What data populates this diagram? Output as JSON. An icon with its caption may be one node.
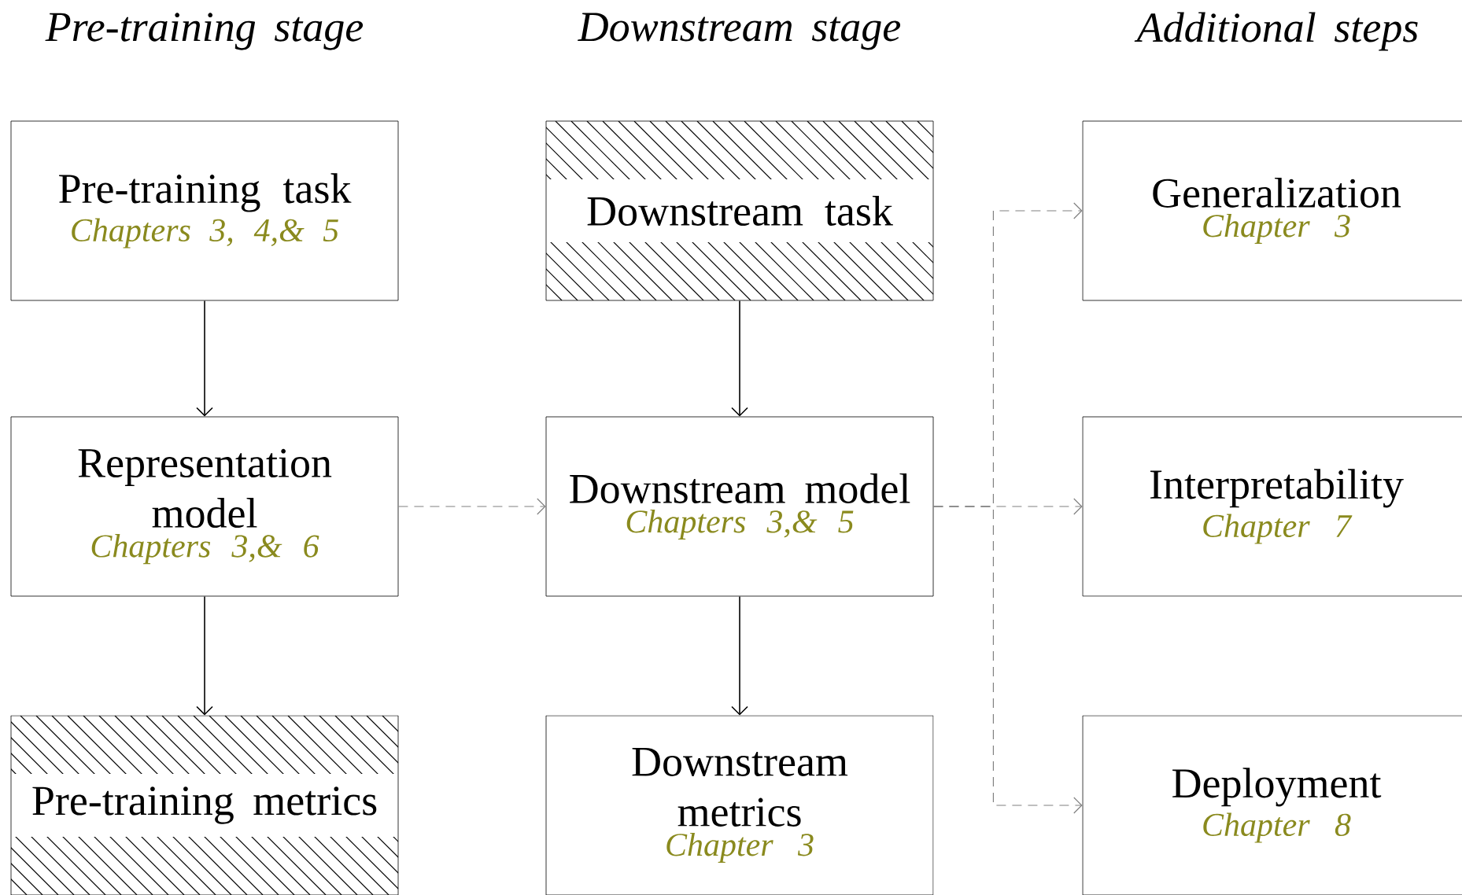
{
  "diagram": {
    "nodes": [
      {
        "text": [
          "Pre-training task",
          "Chapters 3, 4,& 5"
        ]
      },
      {
        "text": [
          "Downstream task"
        ]
      },
      {
        "text": [
          "Generalization",
          "Chapter 3"
        ]
      },
      {
        "text": [
          "Representation model",
          "Chapters 3,& 6"
        ]
      },
      {
        "text": [
          "Downstream model",
          "Chapters 3,& 5"
        ]
      },
      {
        "text": [
          "Interpretability",
          "Chapter 7"
        ]
      },
      {
        "text": [
          "Pre-training metrics"
        ]
      },
      {
        "text": [
          "Downstream metrics",
          "Chapter 3"
        ]
      },
      {
        "text": [
          "Deployment",
          "Chapter 8"
        ]
      }
    ],
    "edges": [
      {
        "from": 0,
        "to": 3,
        "arrow": "to"
      },
      {
        "from": 3,
        "to": 6,
        "arrow": "to"
      },
      {
        "from": 1,
        "to": 4,
        "arrow": "to"
      },
      {
        "from": 4,
        "to": 7,
        "arrow": "to"
      },
      {
        "from": 3,
        "to": 4,
        "arrow": "to",
        "style": "dashed",
        "color": "#808080"
      },
      {
        "from": 4,
        "to": 2,
        "arrow": "to",
        "style": "dashed",
        "color": "#808080"
      },
      {
        "from": 4,
        "to": 5,
        "arrow": "to",
        "style": "dashed",
        "color": "#808080"
      },
      {
        "from": 4,
        "to": 8,
        "arrow": "to",
        "style": "dashed",
        "color": "#808080"
      }
    ],
    "labels": [
      "Pre-training stage",
      "Downstream stage",
      "Additional steps"
    ]
  }
}
